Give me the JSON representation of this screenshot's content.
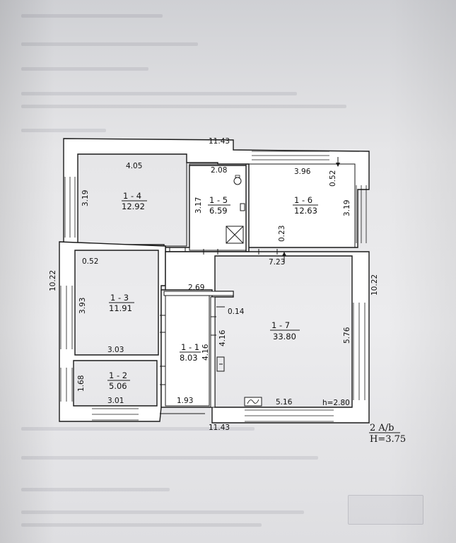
{
  "plan": {
    "overall_dims": {
      "top": "11.43",
      "bottom": "11.43",
      "left": "10.22",
      "right": "10.22"
    },
    "rooms": [
      {
        "id": "1 - 4",
        "area": "12.92",
        "dims": [
          "4.05",
          "3.19"
        ]
      },
      {
        "id": "1 - 5",
        "area": "6.59",
        "dims": [
          "2.08",
          "3.17"
        ]
      },
      {
        "id": "1 - 6",
        "area": "12.63",
        "dims": [
          "3.96",
          "3.19",
          "0.52",
          "0.23"
        ]
      },
      {
        "id": "1 - 3",
        "area": "11.91",
        "dims": [
          "0.52",
          "3.93",
          "3.03"
        ]
      },
      {
        "id": "1 - 2",
        "area": "5.06",
        "dims": [
          "1.68",
          "3.01"
        ]
      },
      {
        "id": "1 - 1",
        "area": "8.03",
        "dims": [
          "2.69",
          "4.16",
          "1.93"
        ]
      },
      {
        "id": "1 - 7",
        "area": "33.80",
        "dims": [
          "7.23",
          "0.14",
          "4.16",
          "5.76",
          "5.16"
        ]
      }
    ],
    "ceiling_height_room": "h=2.80",
    "floor_label": "2 A/b",
    "building_height": "H=3.75"
  }
}
